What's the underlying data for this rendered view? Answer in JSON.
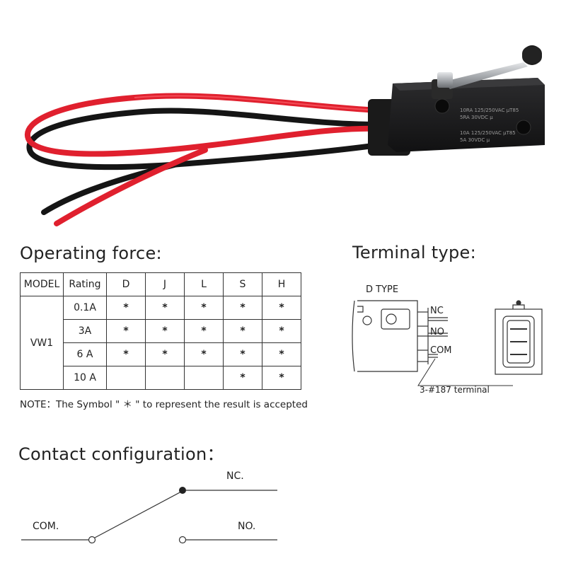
{
  "headings": {
    "operating_force": "Operating force:",
    "terminal_type": "Terminal type:",
    "contact_configuration": "Contact configuration："
  },
  "force_table": {
    "columns": [
      "MODEL",
      "Rating",
      "D",
      "J",
      "L",
      "S",
      "H"
    ],
    "model": "VW1",
    "rows": [
      {
        "rating": "0.1A",
        "cells": [
          "*",
          "*",
          "*",
          "*",
          "*"
        ]
      },
      {
        "rating": "3A",
        "cells": [
          "*",
          "*",
          "*",
          "*",
          "*"
        ]
      },
      {
        "rating": "6 A",
        "cells": [
          "*",
          "*",
          "*",
          "*",
          "*"
        ]
      },
      {
        "rating": "10 A",
        "cells": [
          "",
          "",
          "",
          "*",
          "*"
        ]
      }
    ]
  },
  "note": "NOTE：The Symbol \" ＊ \" to represent the result is accepted",
  "terminal": {
    "type_label": "D TYPE",
    "nc": "NC",
    "no": "NO",
    "com": "COM",
    "callout": "3-#187 terminal"
  },
  "contact": {
    "nc": "NC.",
    "no": "NO.",
    "com": "COM."
  },
  "product": {
    "marking_lines": [
      "10RA 125/250VAC μT85",
      "5RA 30VDC μ",
      "10A 125/250VAC μT85",
      "5A 30VDC μ"
    ]
  },
  "colors": {
    "wire_red": "#e0202e",
    "wire_black": "#151515",
    "switch_body": "#1c1c1e",
    "lever_metal": "#b9bcc0"
  }
}
